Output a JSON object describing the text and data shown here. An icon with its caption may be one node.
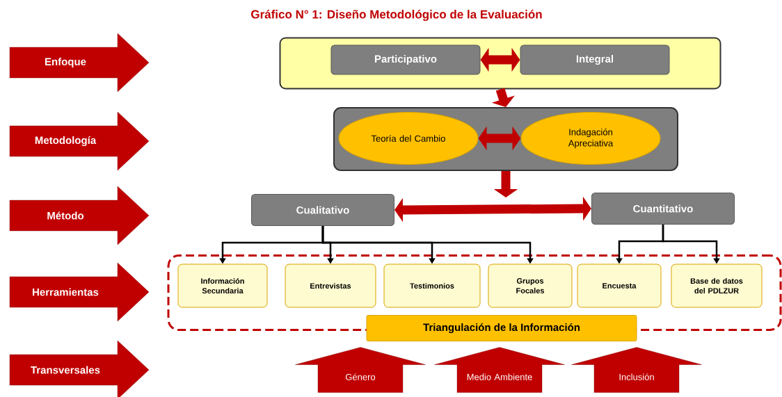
{
  "diagram": {
    "title": "Gráfico N° 1: Diseño Metodológico de la Evaluación",
    "nodes": [
      {
        "text": [
          "Enfoque"
        ]
      },
      {
        "text": [
          "Metodología"
        ]
      },
      {
        "text": [
          "Método"
        ]
      },
      {
        "text": [
          "Herramientas"
        ]
      },
      {
        "text": [
          "Transversales"
        ]
      },
      {
        "text": [],
        "shape": "box"
      },
      {
        "text": [
          "Participativo"
        ],
        "in": 5
      },
      {
        "text": [
          "Integral"
        ],
        "in": 5
      },
      {
        "text": [],
        "shape": "box"
      },
      {
        "text": [
          "Teoría del Cambio"
        ],
        "in": 8
      },
      {
        "text": [
          "Indagación Apreciativa"
        ],
        "in": 8
      },
      {
        "text": [
          "Cualitativo"
        ]
      },
      {
        "text": [
          "Cuantitativo"
        ]
      },
      {
        "text": [],
        "shape": "box"
      },
      {
        "text": [
          "Información Secundaria"
        ],
        "in": 13
      },
      {
        "text": [
          "Entrevistas"
        ],
        "in": 13
      },
      {
        "text": [
          "Testimonios"
        ],
        "in": 13
      },
      {
        "text": [
          "Grupos Focales"
        ],
        "in": 13
      },
      {
        "text": [
          "Encuesta"
        ],
        "in": 13
      },
      {
        "text": [
          "Base de datos del PDLZUR"
        ],
        "in": 13
      },
      {
        "text": [
          "Triangulación de la Información"
        ]
      },
      {
        "text": [
          "Género"
        ]
      },
      {
        "text": [
          "Medio Ambiente"
        ]
      },
      {
        "text": [
          "Inclusión"
        ]
      }
    ],
    "edges": [
      {
        "from": 6,
        "to": 7,
        "arrow": "both",
        "style": "thick",
        "color": "#c00000"
      },
      {
        "from": 5,
        "to": 8,
        "arrow": "to",
        "style": "thick",
        "color": "#c00000"
      },
      {
        "from": 9,
        "to": 10,
        "arrow": "both",
        "style": "thick",
        "color": "#c00000"
      },
      {
        "from": 8,
        "to": null,
        "arrow": "to",
        "style": "thick",
        "color": "#c00000"
      },
      {
        "from": 11,
        "to": 12,
        "arrow": "both",
        "style": "thick",
        "color": "#c00000"
      },
      {
        "from": 11,
        "to": 14,
        "arrow": "to"
      },
      {
        "from": 11,
        "to": 15,
        "arrow": "to"
      },
      {
        "from": 11,
        "to": 16,
        "arrow": "to"
      },
      {
        "from": 11,
        "to": 17,
        "arrow": "to"
      },
      {
        "from": 12,
        "to": 18,
        "arrow": "to"
      },
      {
        "from": 12,
        "to": 19,
        "arrow": "to"
      }
    ]
  }
}
